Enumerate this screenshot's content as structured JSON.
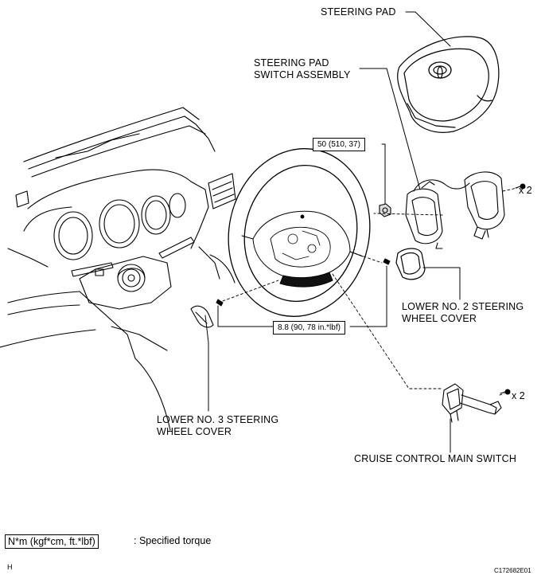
{
  "labels": {
    "steering_pad": "STEERING PAD",
    "switch_assembly_line1": "STEERING PAD",
    "switch_assembly_line2": "SWITCH ASSEMBLY",
    "lower_no2_line1": "LOWER NO. 2 STEERING",
    "lower_no2_line2": "WHEEL COVER",
    "lower_no3_line1": "LOWER NO. 3 STEERING",
    "lower_no3_line2": "WHEEL COVER",
    "cruise_switch": "CRUISE CONTROL MAIN SWITCH"
  },
  "torques": {
    "nut": "50 (510, 37)",
    "screw": "8.8 (90, 78 in.*lbf)"
  },
  "quantities": {
    "pad_switch_screws": "x 2",
    "cruise_screws": "x 2"
  },
  "legend": {
    "units": "N*m (kgf*cm, ft.*lbf)",
    "text": ": Specified torque"
  },
  "footer": {
    "corner": "H",
    "code": "C172682E01"
  }
}
